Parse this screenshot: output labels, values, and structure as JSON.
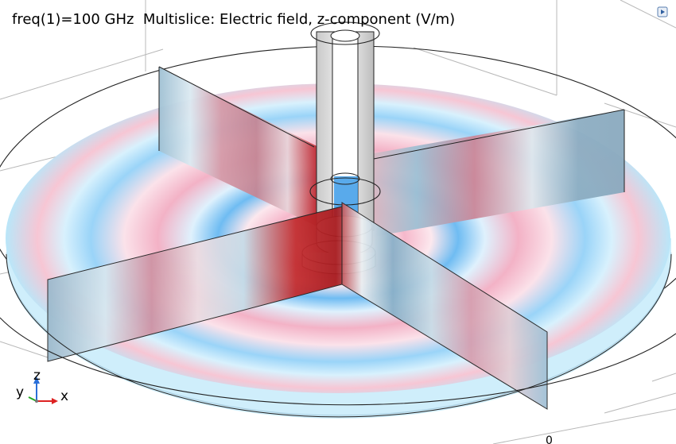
{
  "plot": {
    "title": "freq(1)=100 GHz  Multislice: Electric field, z-component (V/m)",
    "corner_icon": "view-toolbar-icon",
    "bottom_label": "0"
  },
  "axes": {
    "x": "x",
    "y": "y",
    "z": "z"
  },
  "colors": {
    "positive": "#e8456c",
    "negative": "#2e9cf0",
    "strong_positive": "#c81e1e",
    "frame": "#333333",
    "grid": "#b8b8b8"
  }
}
